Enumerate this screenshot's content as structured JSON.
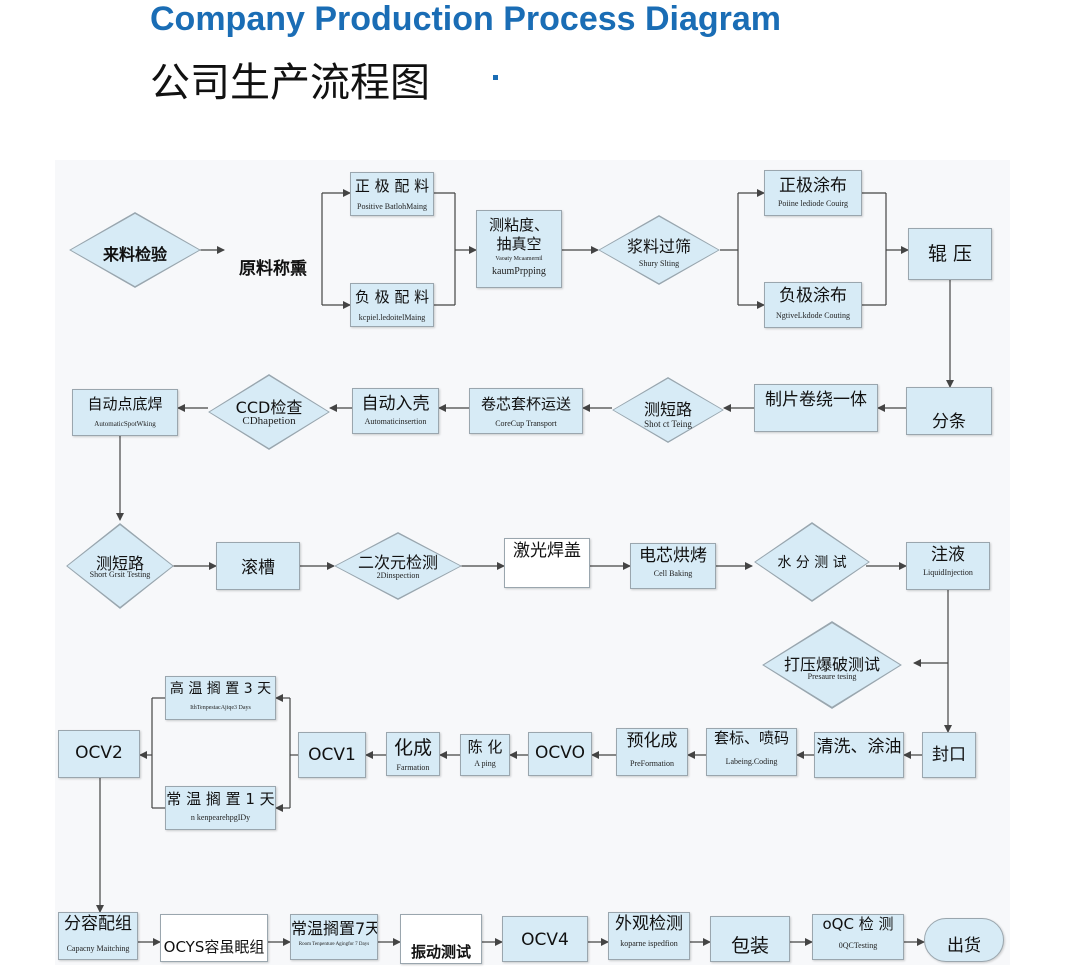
{
  "header": {
    "title_en": "Company Production Process Diagram",
    "title_cn": "公司生产流程图"
  },
  "nodes": {
    "incoming": {
      "cn": "来料检验"
    },
    "weighing": {
      "cn": "原料称熏"
    },
    "pos_mix": {
      "cn": "正 极 配 料",
      "en": "Positive     BatlohMaing"
    },
    "neg_mix": {
      "cn": "负 极 配 料",
      "en": "kcpiel.ledoitelMaing"
    },
    "viscosity": {
      "cn1": "测粘度、",
      "cn2": "抽真空",
      "en1": "Vaoaty                Mcaamernil",
      "en2": "kaumPrpping"
    },
    "sieve": {
      "cn": "浆料过筛",
      "en": "Shury    Slting"
    },
    "pos_coat": {
      "cn": "正极涂布",
      "en": "Poiine  lediode   Couirg"
    },
    "neg_coat": {
      "cn": "负极涂布",
      "en": "NgtiveLkdode   Couting"
    },
    "roll": {
      "cn": "辊 压"
    },
    "slitting": {
      "cn": "分条"
    },
    "winding": {
      "cn": "制片卷绕一体"
    },
    "short1": {
      "cn": "测短路",
      "en": "Shot     ct     Teing"
    },
    "cup": {
      "cn": "卷芯套杯运送",
      "en": "CoreCup Transport"
    },
    "shell": {
      "cn": "自动入壳",
      "en": "Automaticinsertion"
    },
    "ccd": {
      "cn": "CCD检查",
      "en": "CDhapetion"
    },
    "spot": {
      "cn": "自动点底焊",
      "en": "AutomaticSpotWking"
    },
    "short2": {
      "cn": "测短路",
      "en": "Short  Grsit  Testing"
    },
    "groove": {
      "cn": "滚槽"
    },
    "twod": {
      "cn": "二次元检测",
      "en": "2Dinspection"
    },
    "laser": {
      "cn": "激光焊盖"
    },
    "bake": {
      "cn": "电芯烘烤",
      "en": "Cell Baking"
    },
    "water": {
      "cn": "水 分 测 试"
    },
    "inject": {
      "cn": "注液",
      "en": "LiquidInjection"
    },
    "burst": {
      "cn": "打压爆破测试",
      "en": "Presaure    tesing"
    },
    "seal": {
      "cn": "封口"
    },
    "clean": {
      "cn": "清洗、涂油"
    },
    "label": {
      "cn": "套标、喷码",
      "en": "Labeing.Coding"
    },
    "preform": {
      "cn": "预化成",
      "en": "PreFormation"
    },
    "ocv0": {
      "cn": "OCVO"
    },
    "aging": {
      "cn": "陈 化",
      "en": "A ping"
    },
    "formation": {
      "cn": "化成",
      "en": "Farmation"
    },
    "ocv1": {
      "cn": "OCV1"
    },
    "hightemp": {
      "cn": "高 温 搁 置 3 天",
      "en": "IthTenpestacAjiqe3 Days"
    },
    "roomtemp1": {
      "cn": "常 温 搁 置 1 天",
      "en": "n          kenpearehpgIDy"
    },
    "ocv2": {
      "cn": "OCV2"
    },
    "grading": {
      "cn": "分容配组",
      "en": "Capacny Maitching"
    },
    "ocys": {
      "cn": "OCYS容虽眠组"
    },
    "roomtemp7": {
      "cn": "常温搁置7天",
      "en": "Room Tenpenture Agingfor 7 Days"
    },
    "vibration": {
      "cn": "振动测试"
    },
    "ocv4": {
      "cn": "OCV4"
    },
    "appearance": {
      "cn": "外观检测",
      "en": "koparne    ispedfion"
    },
    "pack": {
      "cn": "包装"
    },
    "oqc": {
      "cn": "oQC   检  测",
      "en": "0QCTesting"
    },
    "ship": {
      "cn": "出货"
    }
  },
  "colors": {
    "title_blue": "#1a6db5",
    "box_fill": "#d7ebf6",
    "box_border": "#9aa6ae",
    "arrow": "#444444"
  }
}
